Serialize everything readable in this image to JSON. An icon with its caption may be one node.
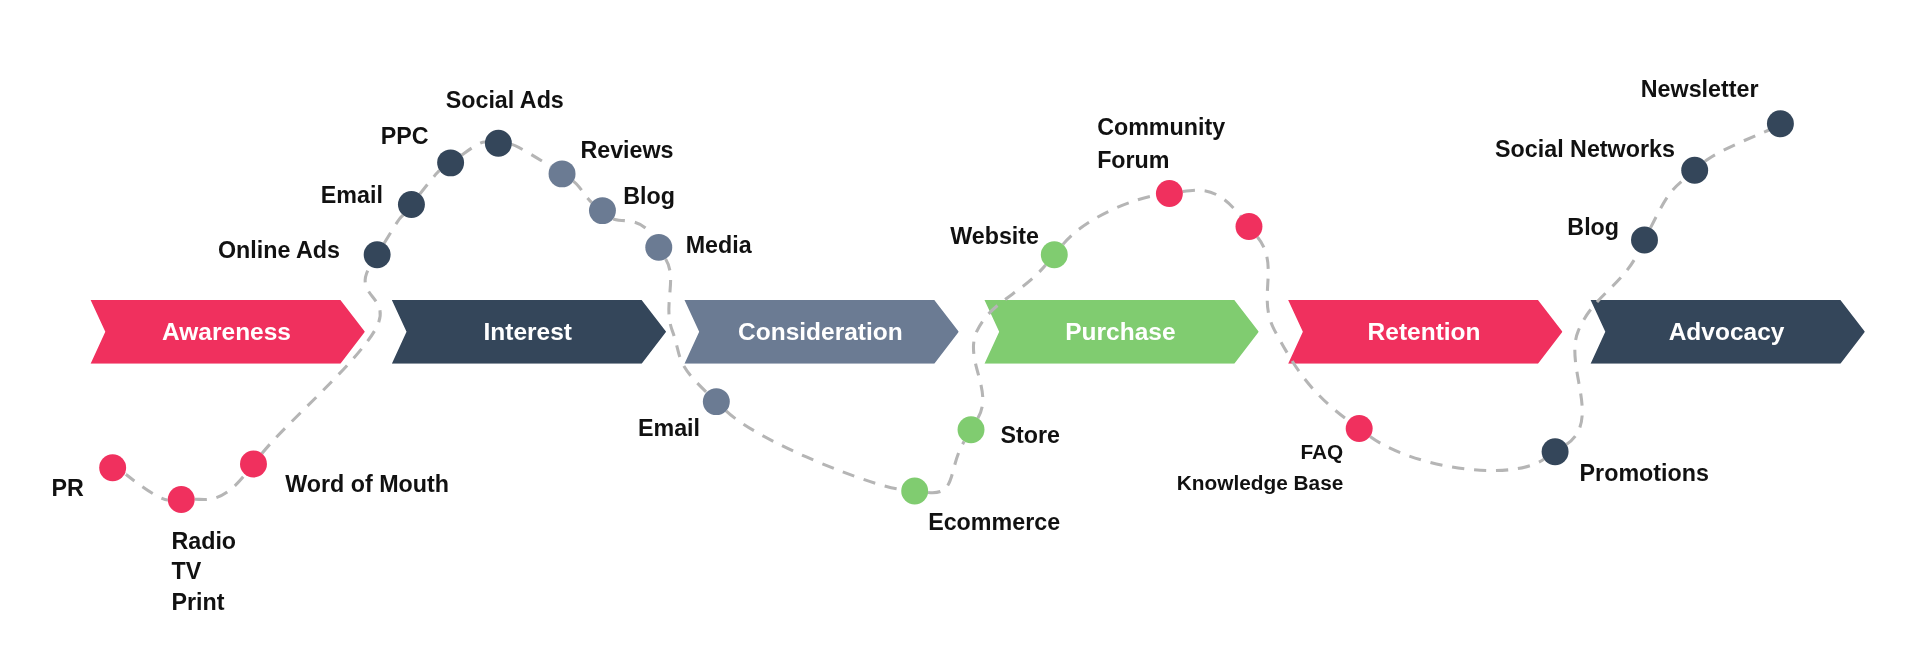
{
  "diagram": {
    "nodes": [
      {
        "text": [
          "Awareness"
        ]
      },
      {
        "text": [
          "Interest"
        ]
      },
      {
        "text": [
          "Consideration"
        ]
      },
      {
        "text": [
          "Purchase"
        ]
      },
      {
        "text": [
          "Retention"
        ]
      },
      {
        "text": [
          "Advocacy"
        ]
      },
      {
        "text": [],
        "shape": "circle",
        "beside": [
          "PR"
        ]
      },
      {
        "text": [],
        "shape": "circle",
        "beside": [
          "Radio",
          "TV",
          "Print"
        ]
      },
      {
        "text": [],
        "shape": "circle",
        "beside": [
          "Word of Mouth"
        ]
      },
      {
        "text": [],
        "shape": "circle",
        "beside": [
          "Online Ads"
        ]
      },
      {
        "text": [],
        "shape": "circle",
        "beside": [
          "Email"
        ]
      },
      {
        "text": [],
        "shape": "circle",
        "beside": [
          "PPC"
        ]
      },
      {
        "text": [],
        "shape": "circle",
        "beside": [
          "Social Ads"
        ]
      },
      {
        "text": [],
        "shape": "circle",
        "beside": [
          "Reviews"
        ]
      },
      {
        "text": [],
        "shape": "circle",
        "beside": [
          "Blog"
        ]
      },
      {
        "text": [],
        "shape": "circle",
        "beside": [
          "Media"
        ]
      },
      {
        "text": [],
        "shape": "circle",
        "beside": [
          "Email"
        ]
      },
      {
        "text": [],
        "shape": "circle",
        "beside": [
          "Ecommerce"
        ]
      },
      {
        "text": [],
        "shape": "circle",
        "beside": [
          "Store"
        ]
      },
      {
        "text": [],
        "shape": "circle",
        "beside": [
          "Website"
        ]
      },
      {
        "text": [],
        "shape": "circle",
        "beside": [
          "Community Forum"
        ]
      },
      {
        "text": [],
        "shape": "circle"
      },
      {
        "text": [],
        "shape": "circle",
        "beside": [
          "FAQ",
          "Knowledge Base"
        ]
      },
      {
        "text": [],
        "shape": "circle",
        "beside": [
          "Promotions"
        ]
      },
      {
        "text": [],
        "shape": "circle",
        "beside": [
          "Blog"
        ]
      },
      {
        "text": [],
        "shape": "circle",
        "beside": [
          "Social Networks"
        ]
      },
      {
        "text": [],
        "shape": "circle",
        "beside": [
          "Newsletter"
        ]
      }
    ],
    "edges": [
      {
        "from": 6,
        "to": 7,
        "arrow": "none",
        "style": "dashed"
      },
      {
        "from": 7,
        "to": 8,
        "arrow": "none",
        "style": "dashed"
      },
      {
        "from": 8,
        "to": 9,
        "arrow": "none",
        "style": "dashed"
      },
      {
        "from": 9,
        "to": 10,
        "arrow": "none",
        "style": "dashed"
      },
      {
        "from": 10,
        "to": 11,
        "arrow": "none",
        "style": "dashed"
      },
      {
        "from": 11,
        "to": 12,
        "arrow": "none",
        "style": "dashed"
      },
      {
        "from": 12,
        "to": 13,
        "arrow": "none",
        "style": "dashed"
      },
      {
        "from": 13,
        "to": 14,
        "arrow": "none",
        "style": "dashed"
      },
      {
        "from": 14,
        "to": 15,
        "arrow": "none",
        "style": "dashed"
      },
      {
        "from": 15,
        "to": 16,
        "arrow": "none",
        "style": "dashed"
      },
      {
        "from": 16,
        "to": 17,
        "arrow": "none",
        "style": "dashed"
      },
      {
        "from": 17,
        "to": 18,
        "arrow": "none",
        "style": "dashed"
      },
      {
        "from": 18,
        "to": 19,
        "arrow": "none",
        "style": "dashed"
      },
      {
        "from": 19,
        "to": 20,
        "arrow": "none",
        "style": "dashed"
      },
      {
        "from": 20,
        "to": 21,
        "arrow": "none",
        "style": "dashed"
      },
      {
        "from": 21,
        "to": 22,
        "arrow": "none",
        "style": "dashed"
      },
      {
        "from": 22,
        "to": 23,
        "arrow": "none",
        "style": "dashed"
      },
      {
        "from": 23,
        "to": 24,
        "arrow": "none",
        "style": "dashed"
      },
      {
        "from": 24,
        "to": 25,
        "arrow": "none",
        "style": "dashed"
      },
      {
        "from": 25,
        "to": 26,
        "arrow": "none",
        "style": "dashed"
      }
    ]
  }
}
